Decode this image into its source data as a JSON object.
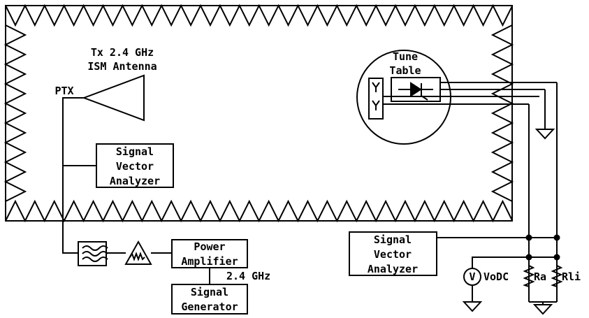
{
  "chamber": {
    "antenna_label_line1": "Tx 2.4 GHz",
    "antenna_label_line2": "ISM Antenna",
    "port_label": "PTX",
    "tune_table_line1": "Tune",
    "tune_table_line2": "Table"
  },
  "sva_left": {
    "line1": "Signal",
    "line2": "Vector",
    "line3": "Analyzer"
  },
  "sva_right": {
    "line1": "Signal",
    "line2": "Vector",
    "line3": "Analyzer"
  },
  "power_amplifier": {
    "line1": "Power",
    "line2": "Amplifier"
  },
  "signal_generator": {
    "line1": "Signal",
    "line2": "Generator"
  },
  "frequency_label": "2.4 GHz",
  "voltmeter": {
    "symbol": "V",
    "label": "VoDC"
  },
  "resistors": {
    "ra_label": "Ra",
    "rli_label": "Rli"
  }
}
